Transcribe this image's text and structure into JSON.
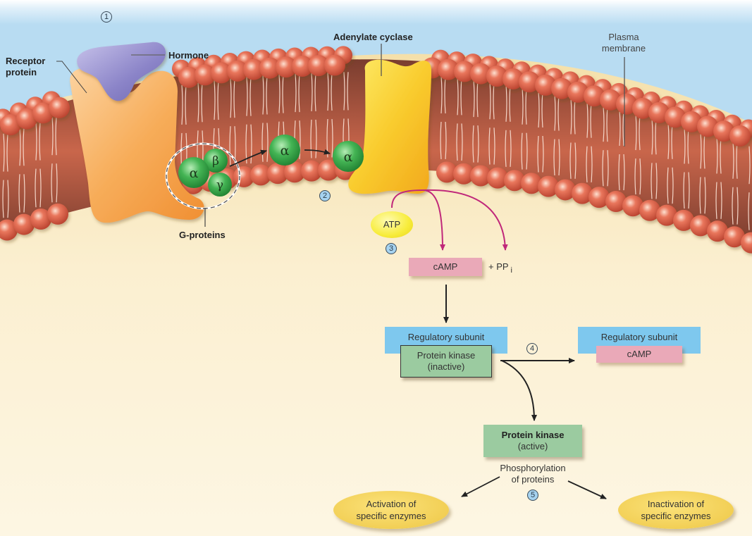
{
  "diagram": {
    "title": "cAMP second messenger signaling pathway",
    "labels": {
      "receptor_protein": [
        "Receptor",
        "protein"
      ],
      "hormone": "Hormone",
      "adenylate_cyclase": "Adenylate cyclase",
      "plasma_membrane": [
        "Plasma",
        "membrane"
      ],
      "g_proteins": "G-proteins"
    },
    "g_protein_subunits": {
      "alpha": "α",
      "beta": "β",
      "gamma": "γ"
    },
    "steps": [
      "1",
      "2",
      "3",
      "4",
      "5"
    ],
    "molecules": {
      "atp": "ATP",
      "camp": "cAMP",
      "ppi_prefix": "+ PP",
      "ppi_subscript": "i"
    },
    "protein_kinase_inactive": {
      "regulatory": "Regulatory subunit",
      "kinase_line1": "Protein kinase",
      "kinase_line2": "(inactive)"
    },
    "regulatory_camp_complex": {
      "regulatory": "Regulatory subunit",
      "camp": "cAMP"
    },
    "protein_kinase_active": {
      "line1": "Protein kinase",
      "line2": "(active)"
    },
    "phosphorylation": [
      "Phosphorylation",
      "of proteins"
    ],
    "outcomes": {
      "activation": [
        "Activation of",
        "specific enzymes"
      ],
      "inactivation": [
        "Inactivation of",
        "specific enzymes"
      ]
    },
    "colors": {
      "extracellular": "#bfe0f3",
      "cytoplasm": "#fbefd0",
      "membrane_core": "#8a4a3a",
      "phospholipid_head": "#e0604a",
      "receptor": "#f6a94d",
      "hormone": "#8d86c9",
      "adenylate_cyclase": "#f7c531",
      "g_protein": "#3aa54a",
      "regulatory_subunit": "#7ec8ee",
      "protein_kinase": "#9bcba0",
      "camp_box": "#eaa9b8",
      "enzyme_oval": "#f2cf55",
      "reaction_arrow": "#c0287a"
    }
  }
}
